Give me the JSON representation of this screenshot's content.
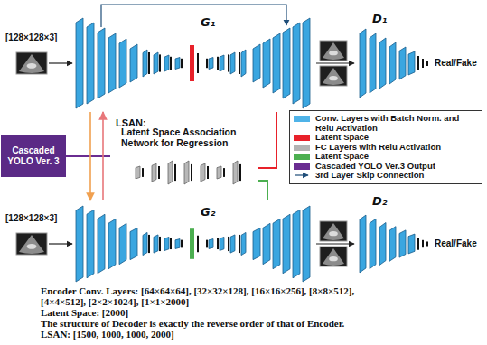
{
  "diagram": {
    "nodes": [
      {
        "text": [
          "G₁"
        ]
      },
      {
        "text": [
          "D₁"
        ]
      },
      {
        "text": [
          "LSAN:",
          "Latent Space Association Network for Regression"
        ]
      },
      {
        "text": [
          "Cascaded YOLO Ver. 3"
        ]
      },
      {
        "text": [
          "G₂"
        ]
      },
      {
        "text": [
          "D₂"
        ]
      }
    ],
    "edges": [
      {
        "from": 0,
        "to": 1,
        "arrow": "to"
      },
      {
        "from": 4,
        "to": 5,
        "arrow": "to"
      },
      {
        "from": 3,
        "to": 2,
        "arrow": "none"
      },
      {
        "from": 0,
        "to": 2,
        "arrow": "none"
      },
      {
        "from": 4,
        "to": 2,
        "arrow": "none"
      },
      {
        "from": 0,
        "to": 4,
        "arrow": "to"
      },
      {
        "from": 4,
        "to": 0,
        "arrow": "to"
      }
    ],
    "labels": [
      "[128×128×3]",
      "Real/Fake",
      "[128×128×3]",
      "Real/Fake",
      "Encoder Conv. Layers: [64×64×64], [32×32×128], [16×16×256], [8×8×512], [4×4×512], [2×2×1024], [1×1×2000]",
      "Latent Space: [2000]",
      "The structure of Decoder is exactly the reverse order of that of Encoder.",
      "LSAN: [1500, 1000, 1000, 2000]"
    ],
    "legend": [
      {
        "text": "Conv. Layers with Batch Norm. and Relu Activation",
        "color": "#4fb3e8"
      },
      {
        "text": "Latent Space",
        "color": "#e8212a"
      },
      {
        "text": "FC Layers with Relu Activation",
        "color": "#b3b3b3"
      },
      {
        "text": "Latent Space",
        "color": "#4caf50"
      },
      {
        "text": "Cascaded YOLO Ver.3 Output",
        "color": "#6a2c91"
      },
      {
        "text": "3rd Layer Skip Connection"
      }
    ]
  }
}
